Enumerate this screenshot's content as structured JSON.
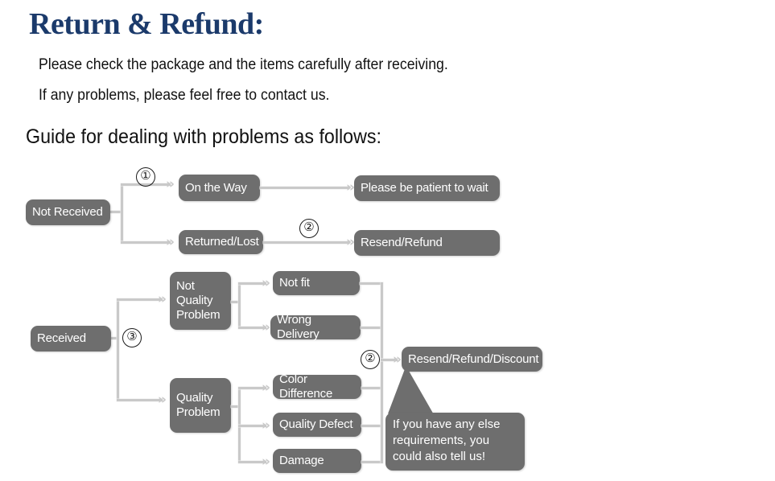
{
  "header": {
    "title": "Return & Refund:",
    "title_color": "#1b3a6b",
    "line1": "Please check the package and the items carefully after receiving.",
    "line2": "If any problems, please feel free to contact us.",
    "guide": "Guide for dealing with problems as follows:"
  },
  "theme": {
    "node_fill": "#6e6e6e",
    "node_text": "#ffffff",
    "connector": "#c9c9c9",
    "page_background": "#ffffff"
  },
  "flowchart": {
    "nodes": {
      "not_received": "Not Received",
      "on_the_way": "On the Way",
      "returned_lost": "Returned/Lost",
      "please_wait": "Please be patient to wait",
      "resend_refund": "Resend/Refund",
      "received": "Received",
      "not_quality_problem": "Not\nQuality\nProblem",
      "quality_problem": "Quality\nProblem",
      "not_fit": "Not fit",
      "wrong_delivery": "Wrong Delivery",
      "color_difference": "Color Difference",
      "quality_defect": "Quality Defect",
      "damage": "Damage",
      "resend_refund_discount": "Resend/Refund/Discount"
    },
    "markers": {
      "one": "①",
      "two_top": "②",
      "two_bottom": "②",
      "three": "③"
    },
    "arrow_glyph": "»",
    "bubble": "If you have any else requirements, you could also tell us!"
  }
}
